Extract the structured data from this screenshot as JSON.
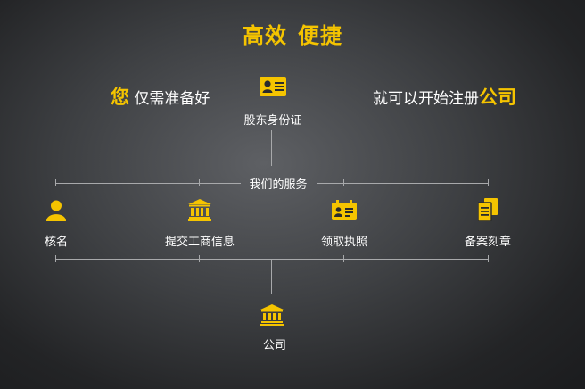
{
  "title": {
    "part1": "高效",
    "part2": "便捷"
  },
  "top_left": {
    "accent": "您",
    "text": "仅需准备好"
  },
  "top_right": {
    "text": "就可以开始注册",
    "accent": "公司"
  },
  "id_card": {
    "label": "股东身份证",
    "icon": "id-card-icon"
  },
  "services": {
    "heading": "我们的服务",
    "items": [
      {
        "label": "核名",
        "icon": "person-icon"
      },
      {
        "label": "提交工商信息",
        "icon": "bank-icon"
      },
      {
        "label": "领取执照",
        "icon": "license-icon"
      },
      {
        "label": "备案刻章",
        "icon": "documents-icon"
      }
    ]
  },
  "result": {
    "label": "公司",
    "icon": "building-icon"
  },
  "colors": {
    "accent": "#f5c400",
    "line": "#a8a9ab",
    "text": "#ffffff"
  }
}
